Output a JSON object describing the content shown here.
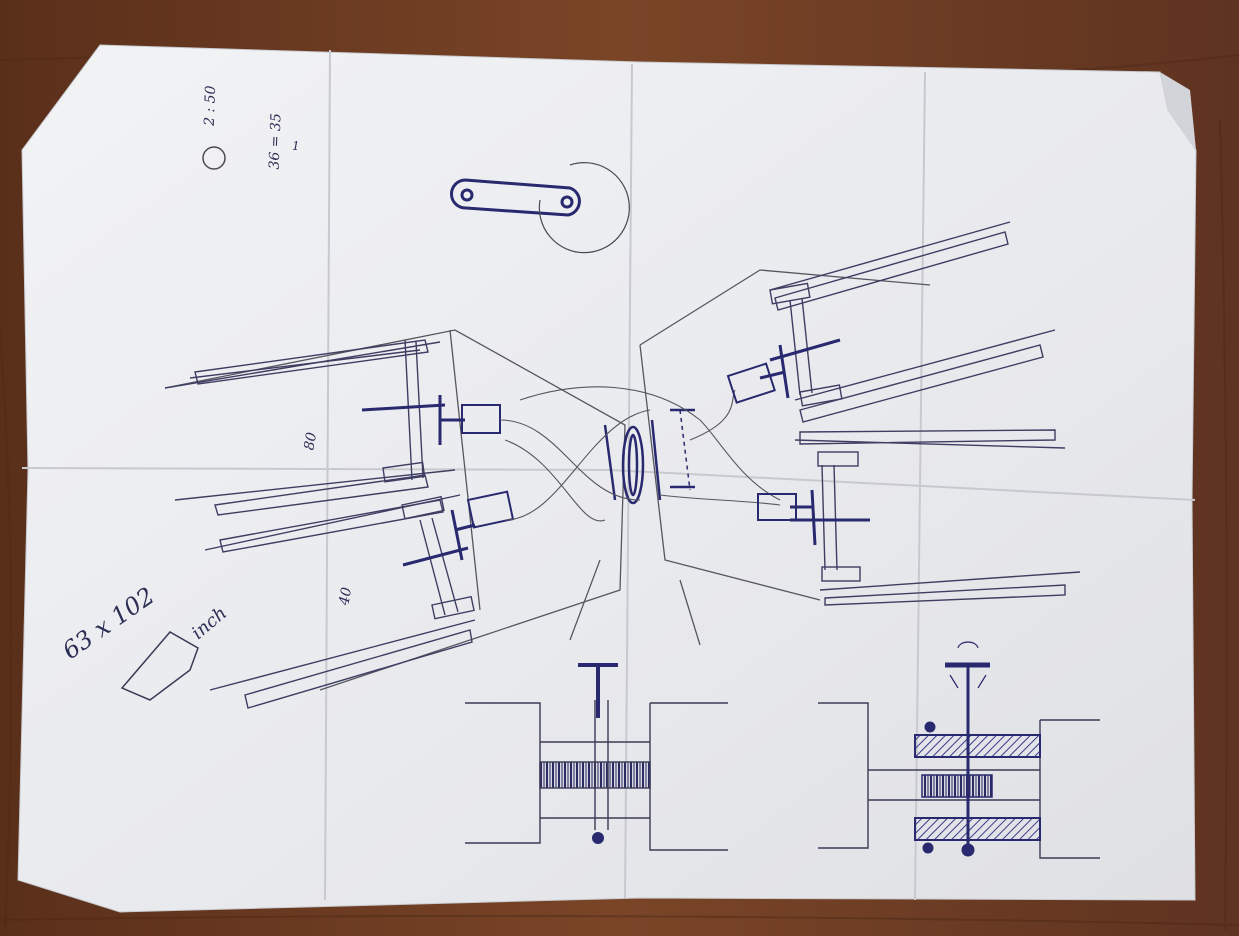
{
  "scene": {
    "subject": "hand-drawn sketch on a folded sheet of paper lying on a wooden table",
    "colors": {
      "table": "#6e3c22",
      "paper": "#ecedf0",
      "pencil": "#4a4a55",
      "ink": "#28296e"
    }
  },
  "notes": {
    "ratio_a": "2 : 50",
    "ratio_b_top": "1",
    "ratio_b_bottom": "36 = 35",
    "dim_upper": "80",
    "dim_lower": "40",
    "size": "63 x 102",
    "unit": "inch"
  }
}
